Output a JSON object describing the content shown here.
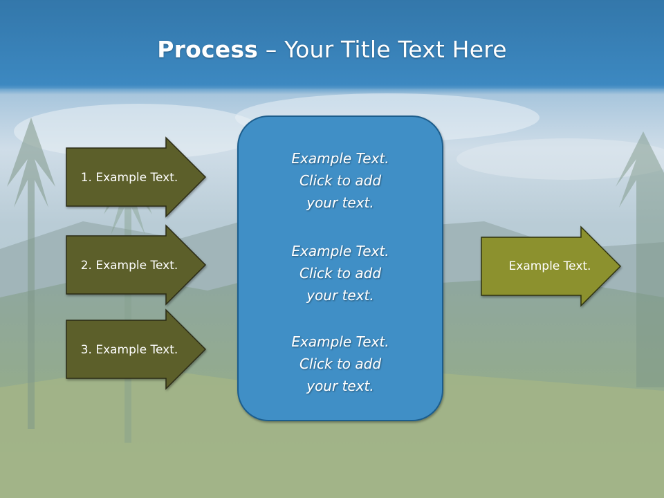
{
  "title": {
    "bold": "Process",
    "rest": " – Your Title Text Here"
  },
  "inputs": [
    {
      "label": "1. Example Text."
    },
    {
      "label": "2. Example Text."
    },
    {
      "label": "3. Example Text."
    }
  ],
  "center_box": {
    "blocks": [
      [
        "Example Text.",
        "Click  to add",
        "your text."
      ],
      [
        "Example Text.",
        "Click  to add",
        "your text."
      ],
      [
        "Example Text.",
        "Click  to add",
        "your text."
      ]
    ]
  },
  "output": {
    "label": "Example Text."
  },
  "colors": {
    "input_arrow": "#5c5e2c",
    "output_arrow": "#8c912f",
    "center_box": "#3f8fc6",
    "header": "#3b87bf"
  }
}
